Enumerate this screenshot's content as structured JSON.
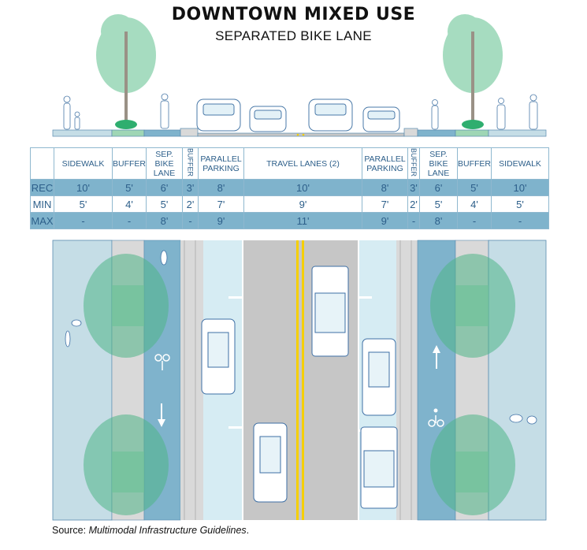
{
  "title": "DOWNTOWN MIXED USE",
  "subtitle": "SEPARATED BIKE LANE",
  "table": {
    "columns": [
      "SIDEWALK",
      "BUFFER",
      "SEP. BIKE LANE",
      "BUFFER",
      "PARALLEL PARKING",
      "TRAVEL LANES (2)",
      "PARALLEL PARKING",
      "BUFFER",
      "SEP. BIKE LANE",
      "BUFFER",
      "SIDEWALK"
    ],
    "rows": [
      {
        "label": "REC",
        "values": [
          "10'",
          "5'",
          "6'",
          "3'",
          "8'",
          "10'",
          "8'",
          "3'",
          "6'",
          "5'",
          "10'"
        ]
      },
      {
        "label": "MIN",
        "values": [
          "5'",
          "4'",
          "5'",
          "2'",
          "7'",
          "9'",
          "7'",
          "2'",
          "5'",
          "4'",
          "5'"
        ]
      },
      {
        "label": "MAX",
        "values": [
          "-",
          "-",
          "8'",
          "-",
          "9'",
          "11'",
          "9'",
          "-",
          "8'",
          "-",
          "-"
        ]
      }
    ]
  },
  "source": {
    "prefix": "Source: ",
    "title": "Multimodal Infrastructure Guidelines",
    "suffix": "."
  },
  "colors": {
    "sidewalk": "#c5dde6",
    "buffer": "#d9d9d9",
    "bike_lane": "#7fb3cc",
    "parking": "#d6ecf3",
    "travel": "#c6c6c6",
    "centerline": "#f5cf00",
    "tree": "#6fc29a"
  }
}
